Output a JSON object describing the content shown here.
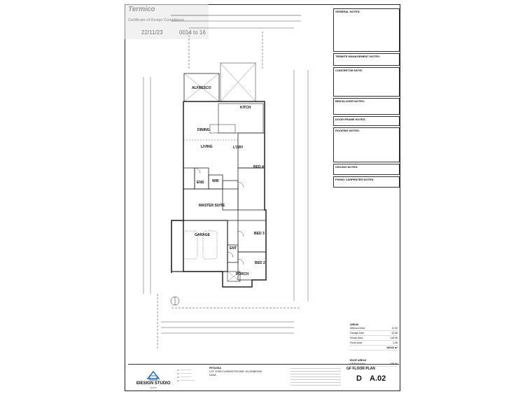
{
  "stamp": {
    "logo": "Termico",
    "cert": "Certificate of Design Compliance",
    "date": "22/11/23",
    "number": "0014 to 16"
  },
  "notes": [
    {
      "title": "GENERAL NOTES:"
    },
    {
      "title": "TERMITE MANAGEMENT NOTES:"
    },
    {
      "title": "CONCRETOR NOTE:"
    },
    {
      "title": "BRICKLAYER NOTES:"
    },
    {
      "title": "DOOR FRAME NOTES:"
    },
    {
      "title": "ROOFING NOTES:"
    },
    {
      "title": "CEILING NOTES:"
    },
    {
      "title": "FIXING CARPENTER NOTES:"
    }
  ],
  "rooms": {
    "alfresco": "ALFRESCO",
    "dining": "DINING",
    "kitch": "KITCH",
    "living": "LIVING",
    "ldry": "L'DRY",
    "bed4": "BED 4",
    "ens": "ENS",
    "wir": "WIR",
    "master": "MASTER SUITE",
    "garage": "GARAGE",
    "bed3": "BED 3",
    "entry": "ENT",
    "bed2": "BED 2",
    "porch": "PORCH"
  },
  "areas": {
    "title": "AREAS",
    "rows": [
      {
        "label": "Alfresco Area",
        "value": "11.92"
      },
      {
        "label": "Garage Area",
        "value": "32.68"
      },
      {
        "label": "House Area",
        "value": "118.96"
      },
      {
        "label": "Porch Area",
        "value": "2.08"
      },
      {
        "label": "",
        "value": "165.64 m²"
      }
    ],
    "roof_title": "ROOF AREAS",
    "roof_rows": [
      {
        "label": "GF Roof Area",
        "value": "198.90"
      }
    ]
  },
  "title_block": {
    "brand": "iDESIGN STUDIO",
    "brand_sub": "(AUST)",
    "project": "PETAGNA",
    "address": "LOT 71993 CUSSINGTON WAY, ELLENBROOK",
    "client": "DANA",
    "drawing_title": "GF FLOOR PLAN",
    "revision": "D",
    "sheet": "A.02"
  }
}
